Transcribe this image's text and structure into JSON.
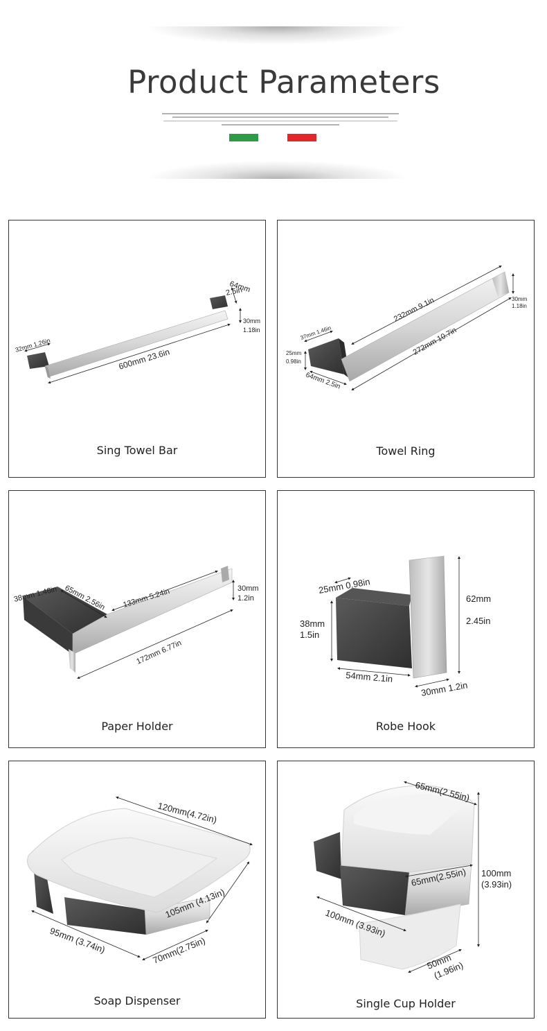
{
  "header": {
    "title": "Product Parameters",
    "flag_colors": [
      "#2e9b47",
      "#ffffff",
      "#e3262a"
    ]
  },
  "products": [
    {
      "name": "Sing Towel Bar",
      "dims": {
        "length": "600mm 23.6in",
        "depth": "32mm 1.26in",
        "base_mm": "64mm",
        "base_in": "2.5in",
        "height_mm": "30mm",
        "height_in": "1.18in"
      }
    },
    {
      "name": "Towel Ring",
      "dims": {
        "top": "232mm 9.1in",
        "bottom": "272mm 10.7in",
        "base_top": "37mm 1.46in",
        "base_h_mm": "25mm",
        "base_h_in": "0.98in",
        "base_w": "64mm 2.5in",
        "height_mm": "30mm",
        "height_in": "1.18in"
      }
    },
    {
      "name": "Paper Holder",
      "dims": {
        "base": "38mm 1.46in",
        "arm_width": "65mm 2.56in",
        "arm_top": "133mm 5.24in",
        "length": "172mm 6.77in",
        "height_mm": "30mm",
        "height_in": "1.2in"
      }
    },
    {
      "name": "Robe Hook",
      "dims": {
        "depth": "25mm 0.98in",
        "base_h_mm": "38mm",
        "base_h_in": "1.5in",
        "height_mm": "62mm",
        "height_in": "2.45in",
        "base_w": "54mm 2.1in",
        "hook_w": "30mm 1.2in"
      }
    },
    {
      "name": "Soap Dispenser",
      "dims": {
        "width": "120mm(4.72in)",
        "depth": "105mm (4.13in)",
        "base": "95mm (3.74in)",
        "height": "70mm(2.75in)"
      }
    },
    {
      "name": "Single Cup Holder",
      "dims": {
        "top": "65mm(2.55in)",
        "mid": "65mm(2.55in)",
        "height_mm": "100mm",
        "height_in": "(3.93in)",
        "length": "100mm (3.93in)",
        "base_mm": "50mm",
        "base_in": "(1.96in)"
      }
    }
  ]
}
